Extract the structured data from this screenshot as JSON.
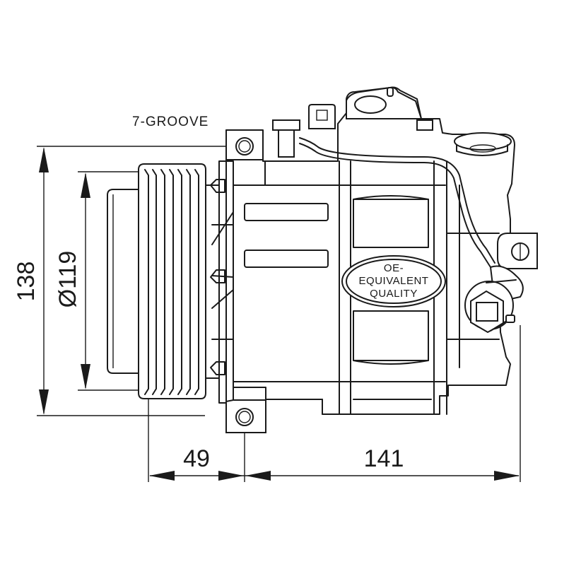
{
  "drawing": {
    "groove_label": "7-GROOVE",
    "badge_lines": [
      "OE-",
      "EQUIVALENT",
      "QUALITY"
    ],
    "dimensions": {
      "height_label": "138",
      "pulley_diameter_label": "Ø119",
      "left_offset_label": "49",
      "body_length_label": "141"
    }
  }
}
